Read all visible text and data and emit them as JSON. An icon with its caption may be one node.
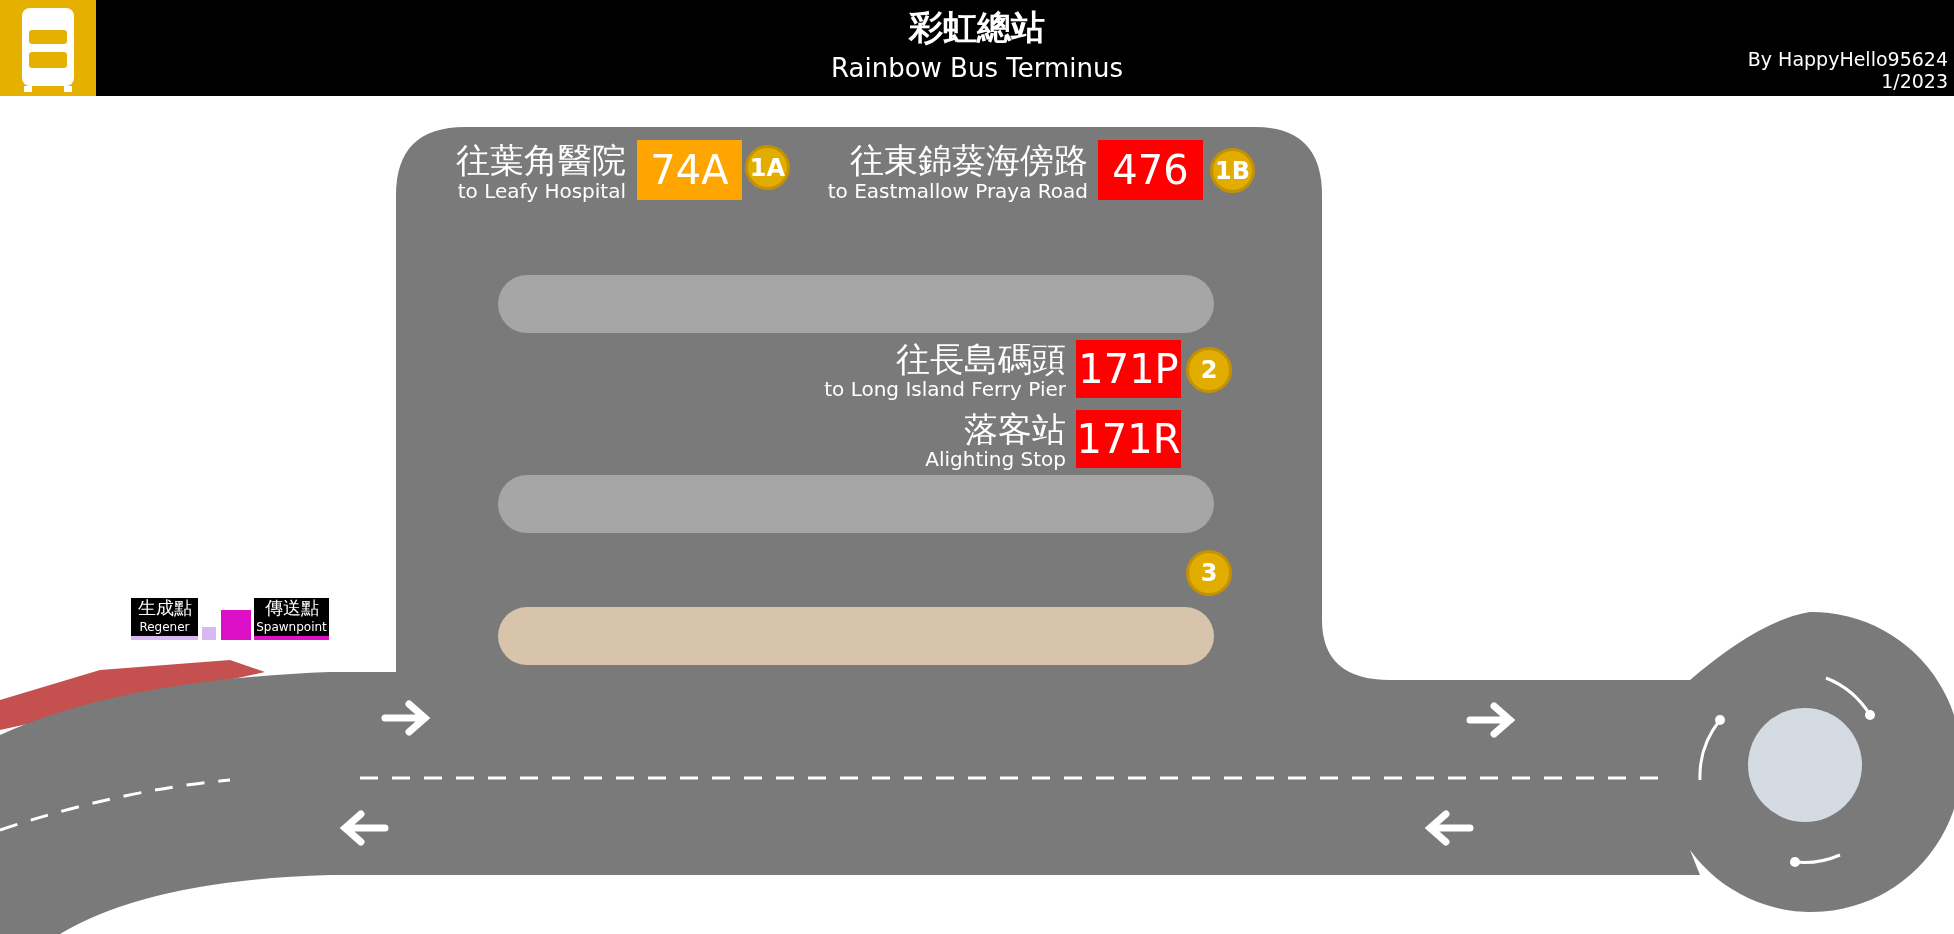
{
  "diagram": {
    "title": "彩虹總站",
    "labels": [
      "Rainbow Bus Terminus",
      "By HappyHello95624",
      "1/2023",
      "往葉角醫院",
      "to Leafy Hospital",
      "74A",
      "1A",
      "往東錦葵海傍路",
      "to Eastmallow Praya Road",
      "476",
      "1B",
      "往長島碼頭",
      "to Long Island Ferry Pier",
      "171P",
      "2",
      "落客站",
      "Alighting Stop",
      "171R",
      "3",
      "生成點",
      "Regener",
      "傳送點",
      "Spawnpoint"
    ]
  }
}
